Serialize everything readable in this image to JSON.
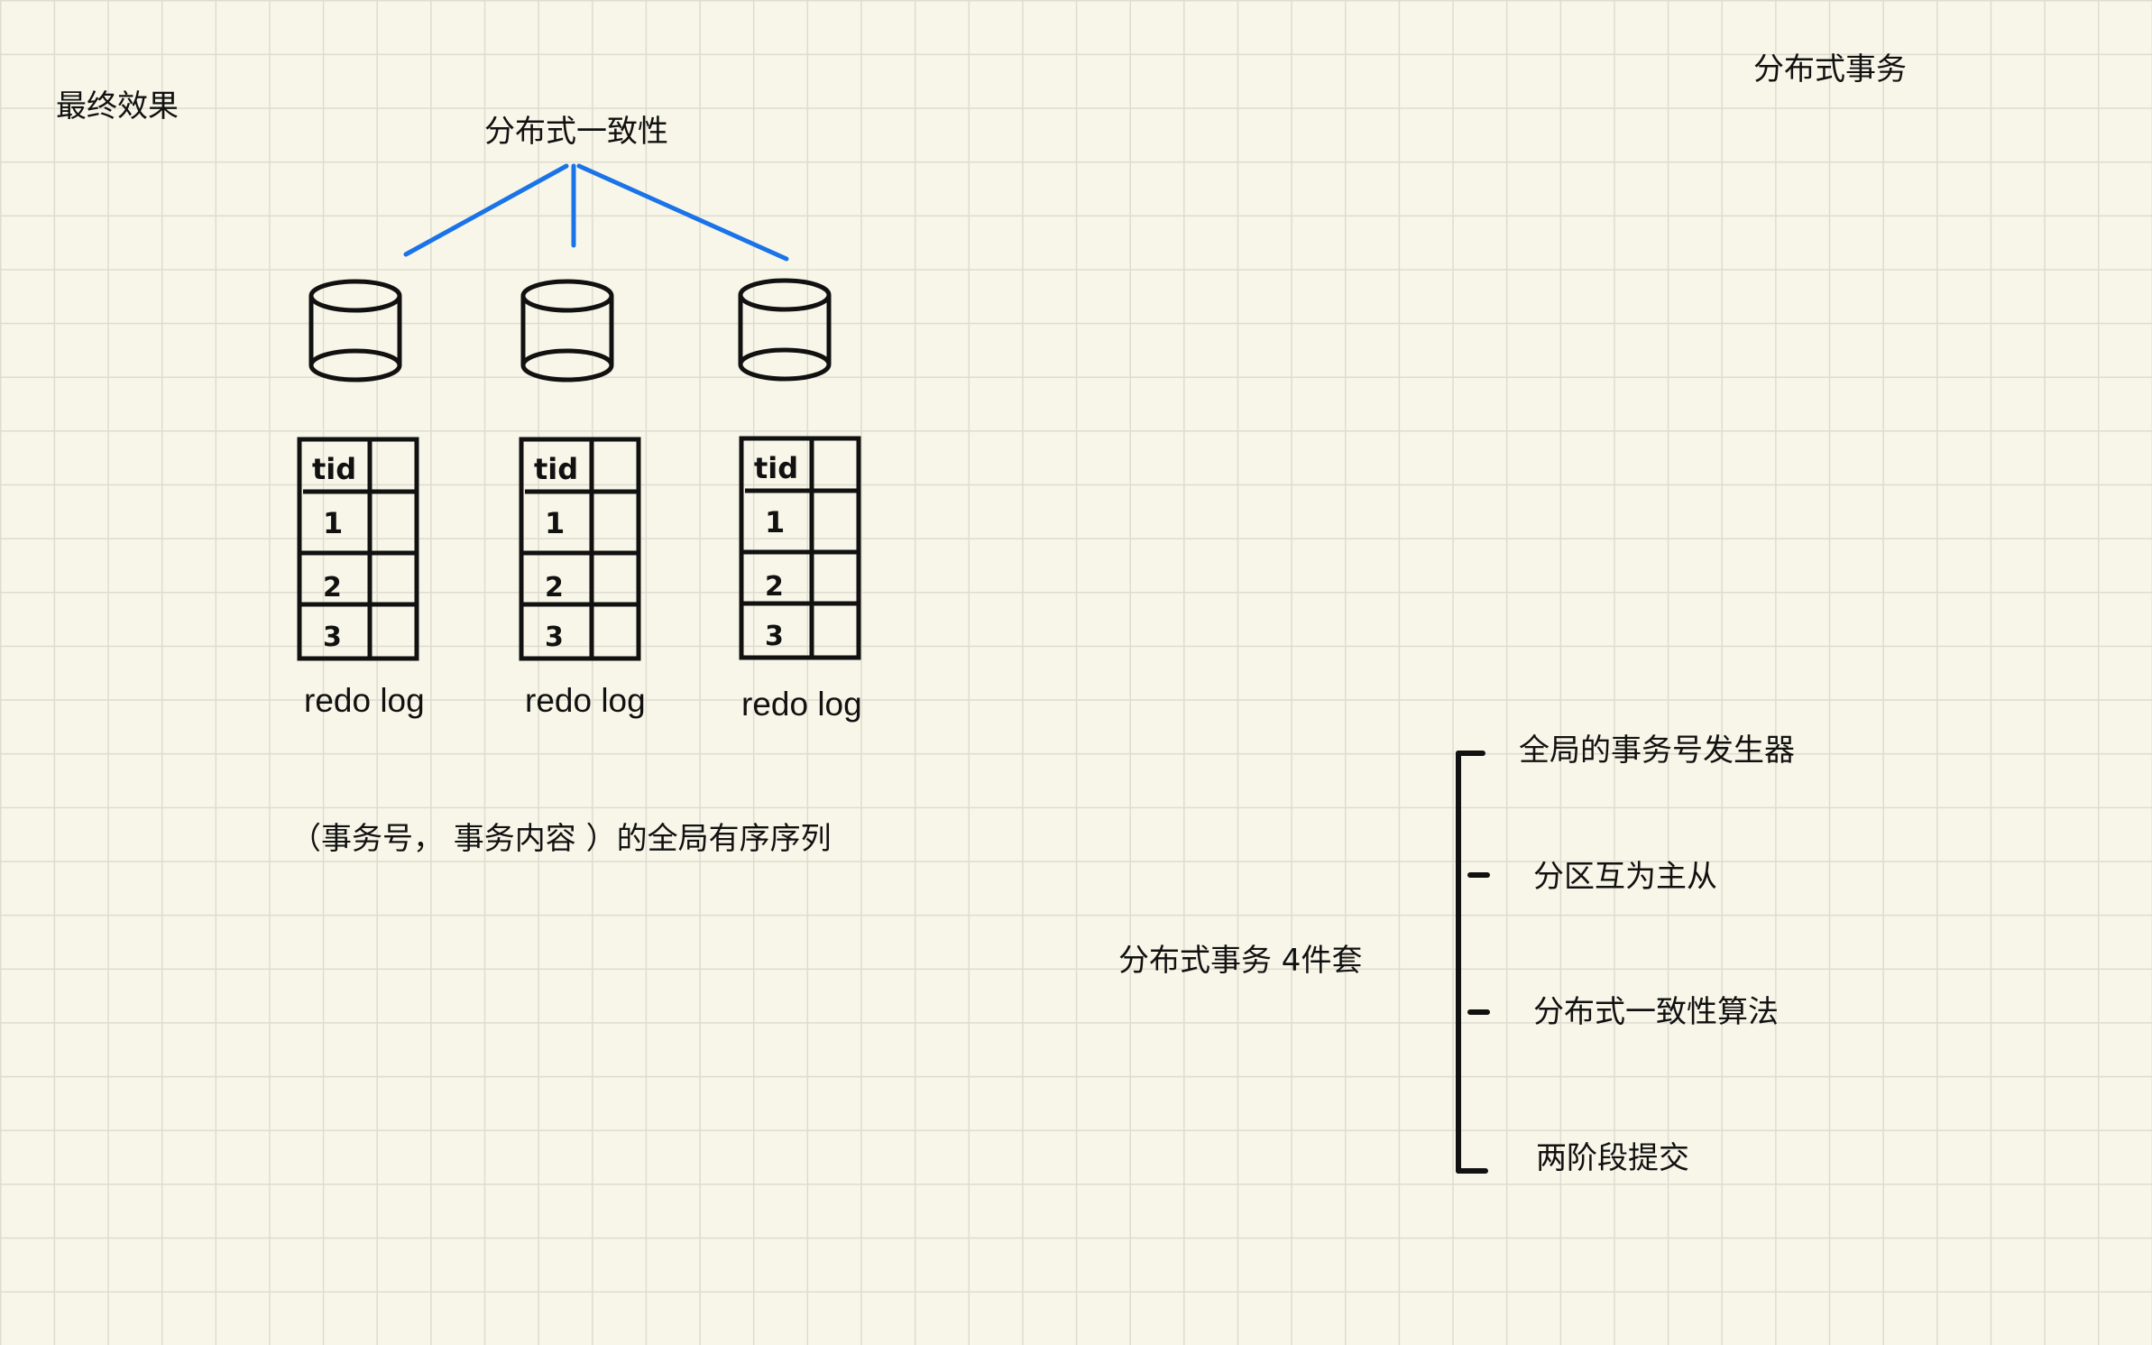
{
  "canvas": {
    "label": "最终效果",
    "corner_title": "分布式事务"
  },
  "tree": {
    "root": "分布式一致性"
  },
  "logs": {
    "label": "redo log",
    "header": "tid",
    "rows": [
      "1",
      "2",
      "3"
    ],
    "count": 3
  },
  "sequence_caption": "（事务号， 事务内容 ）的全局有序序列",
  "kit": {
    "title": "分布式事务 4件套",
    "items": [
      "全局的事务号发生器",
      "分区互为主从",
      "分布式一致性算法",
      "两阶段提交"
    ]
  },
  "colors": {
    "connector": "#1a73e8",
    "ink": "#111111",
    "grid": "#dedcd0",
    "paper": "#f8f6e8"
  }
}
